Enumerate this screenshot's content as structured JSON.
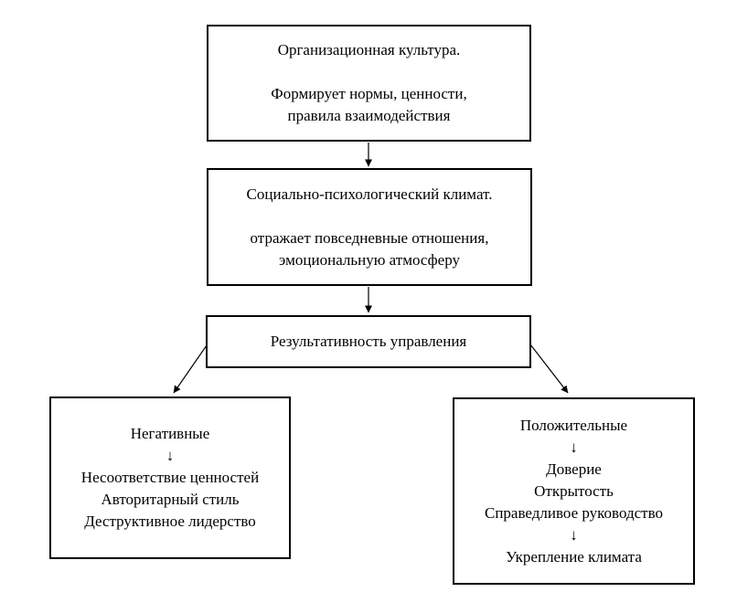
{
  "diagram": {
    "colors": {
      "background": "#ffffff",
      "border": "#000000",
      "text": "#000000",
      "arrow": "#000000"
    },
    "nodes": {
      "org_culture": {
        "title": "Организационная культура.",
        "body_line1": "Формирует нормы, ценности,",
        "body_line2": "правила взаимодействия"
      },
      "climate": {
        "title": "Социально-психологический климат.",
        "body_line1": "отражает повседневные отношения,",
        "body_line2": "эмоциональную атмосферу"
      },
      "management": {
        "title": "Результативность управления"
      },
      "negative": {
        "lines": [
          "Негативные",
          "↓",
          "Несоответствие ценностей",
          "Авторитарный стиль",
          "Деструктивное лидерство"
        ]
      },
      "positive": {
        "lines": [
          "Положительные",
          "↓",
          "Доверие",
          "Открытость",
          "Справедливое руководство",
          "↓",
          "Укрепление климата"
        ]
      }
    }
  }
}
